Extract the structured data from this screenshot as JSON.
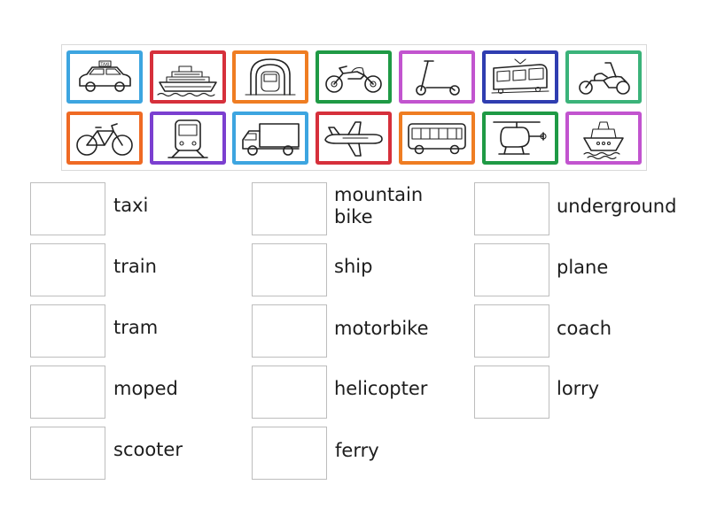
{
  "tiles": [
    {
      "name": "taxi",
      "color": "#3da5e0",
      "sign": "TAXI"
    },
    {
      "name": "ferry",
      "color": "#d6303b"
    },
    {
      "name": "underground",
      "color": "#ef7d22"
    },
    {
      "name": "motorbike",
      "color": "#1f9a45"
    },
    {
      "name": "scooter",
      "color": "#c254cf"
    },
    {
      "name": "tram",
      "color": "#2f3db0"
    },
    {
      "name": "moped",
      "color": "#3bb37a"
    },
    {
      "name": "mountain-bike",
      "color": "#ef6a24"
    },
    {
      "name": "train",
      "color": "#7b3fd0"
    },
    {
      "name": "lorry",
      "color": "#3da5e0"
    },
    {
      "name": "plane",
      "color": "#d6303b"
    },
    {
      "name": "coach",
      "color": "#ef7d22"
    },
    {
      "name": "helicopter",
      "color": "#1f9a45"
    },
    {
      "name": "ship",
      "color": "#c254cf"
    }
  ],
  "labels": {
    "taxi": "taxi",
    "train": "train",
    "tram": "tram",
    "moped": "moped",
    "scooter": "scooter",
    "mountain_bike": "mountain bike",
    "ship": "ship",
    "motorbike": "motorbike",
    "helicopter": "helicopter",
    "ferry": "ferry",
    "underground": "underground",
    "plane": "plane",
    "coach": "coach",
    "lorry": "lorry"
  }
}
